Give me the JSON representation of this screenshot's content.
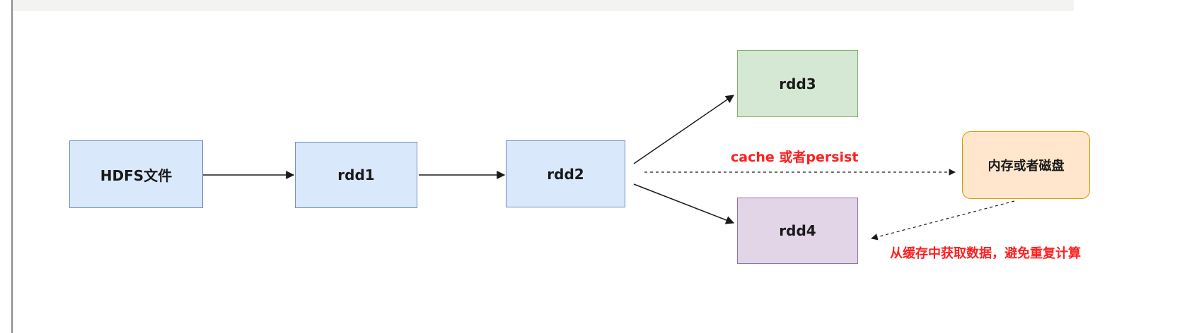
{
  "nodes": {
    "hdfs": {
      "label": "HDFS文件"
    },
    "rdd1": {
      "label": "rdd1"
    },
    "rdd2": {
      "label": "rdd2"
    },
    "rdd3": {
      "label": "rdd3"
    },
    "rdd4": {
      "label": "rdd4"
    },
    "storage": {
      "label": "内存或者磁盘"
    }
  },
  "edges": {
    "cache_label": "cache 或者persist",
    "fetch_label": "从缓存中获取数据，避免重复计算"
  },
  "colors": {
    "blue_fill": "#dae8fc",
    "green_fill": "#d5e8d4",
    "purple_fill": "#e1d5e7",
    "orange_fill": "#ffe6cc",
    "label_red": "#ff2020"
  }
}
